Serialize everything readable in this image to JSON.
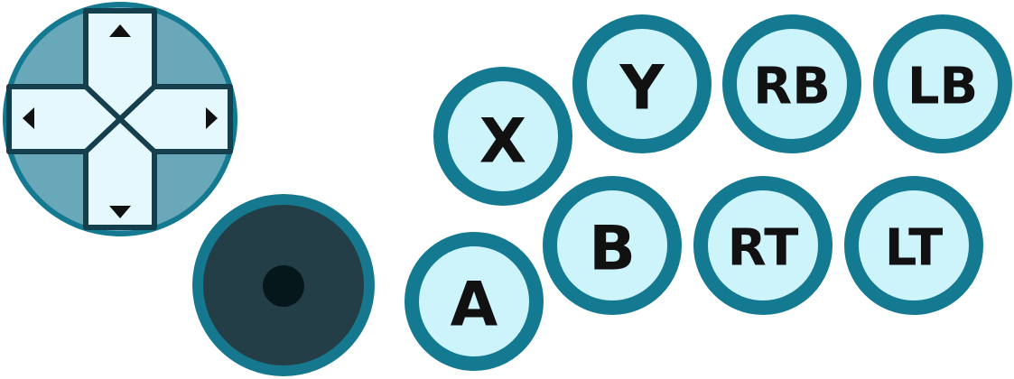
{
  "colors": {
    "ring": "#147a91",
    "button_fill": "#cdf3fb",
    "dpad_outer": "#69a8b9",
    "dpad_arm_fill": "#e5f8fd",
    "dpad_stroke": "#163f4e",
    "joystick_ring": "#16788f",
    "joystick_fill": "#233e46",
    "joystick_center": "#06171b",
    "label": "#111111"
  },
  "dpad": {
    "icons": [
      "arrow-up-icon",
      "arrow-down-icon",
      "arrow-left-icon",
      "arrow-right-icon"
    ]
  },
  "buttons": {
    "x": "X",
    "y": "Y",
    "rb": "RB",
    "lb": "LB",
    "a": "A",
    "b": "B",
    "rt": "RT",
    "lt": "LT"
  }
}
